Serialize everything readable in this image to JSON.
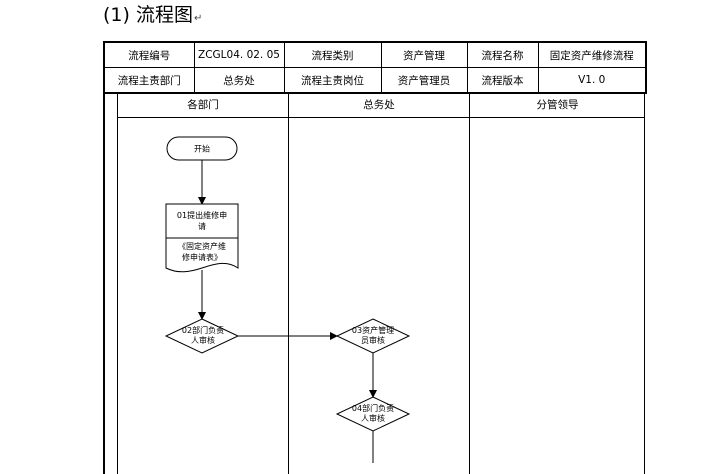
{
  "heading": {
    "title": "(1) 流程图",
    "mark": "↵"
  },
  "meta_table": {
    "row1": {
      "flow_no_label": "流程编号",
      "flow_no_value": "ZCGL04. 02. 05",
      "flow_type_label": "流程类别",
      "flow_type_value": "资产管理",
      "flow_name_label": "流程名称",
      "flow_name_value": "固定资产维修流程"
    },
    "row2": {
      "dept_label": "流程主责部门",
      "dept_value": "总务处",
      "post_label": "流程主责岗位",
      "post_value": "资产管理员",
      "version_label": "流程版本",
      "version_value": "V1. 0"
    }
  },
  "lanes": [
    "各部门",
    "总务处",
    "分管领导"
  ],
  "flow": {
    "start": "开始",
    "step01_line1": "01提出维修申",
    "step01_line2": "请",
    "doc_line1": "《固定资产维",
    "doc_line2": "修申请表》",
    "step02_line1": "02部门负责",
    "step02_line2": "人审核",
    "step03_line1": "03资产管理",
    "step03_line2": "员审核",
    "step04_line1": "04部门负责",
    "step04_line2": "人审核"
  }
}
